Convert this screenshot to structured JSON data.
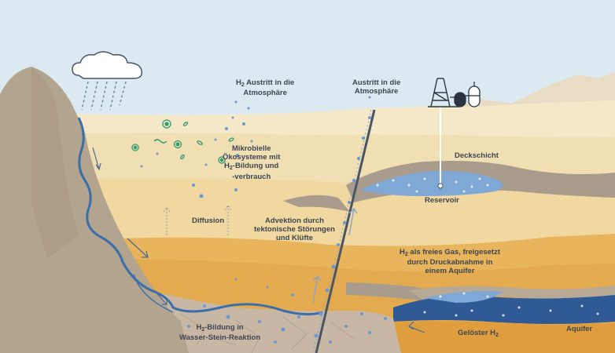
{
  "labels": {
    "h2_outlet": {
      "prefix": "H",
      "sub": "2",
      "text": " Austritt in die",
      "line2": "Atmosphäre"
    },
    "outlet": {
      "line1": "Austritt in die",
      "line2": "Atmosphäre"
    },
    "microbial": {
      "line1": "Mikrobielle",
      "line2": "Ökosysteme mit",
      "line3_prefix": "H",
      "line3_sub": "2",
      "line3_text": "-Bildung und",
      "line4": "-verbrauch"
    },
    "caprock": "Deckschicht",
    "reservoir": "Reservoir",
    "diffusion": "Diffusion",
    "advection": {
      "line1": "Advektion durch",
      "line2": "tektonische Störungen",
      "line3": "und Klüfte"
    },
    "free_gas": {
      "prefix": "H",
      "sub": "2",
      "text": " als freies Gas, freigesetzt",
      "line2": "durch  Druckabnahme in",
      "line3": "einem Aquifer"
    },
    "water_rock": {
      "prefix": "H",
      "sub": "2",
      "text": "-Bildung in",
      "line2": "Wasser-Stein-Reaktion"
    },
    "dissolved": {
      "text": "Gelöster H",
      "sub": "2"
    },
    "aquifer": "Aquifer"
  },
  "icons": [
    "cloud-icon",
    "rain-icon",
    "drilling-rig-icon",
    "storage-tank-icon",
    "microbe-icon"
  ],
  "colors": {
    "sky": "#dde9f0",
    "mountain": "#b3a48f",
    "layer_light": "#f5e8c8",
    "layer_mid": "#f0d8a0",
    "layer_orange": "#e8b45c",
    "gray_layer": "#a99c8c",
    "reservoir_blue": "#7fa8d6",
    "aquifer_blue": "#2f5a96",
    "water_path": "#3a6fa8",
    "microbe_green": "#2f9a70",
    "label_text": "#3e4650"
  }
}
